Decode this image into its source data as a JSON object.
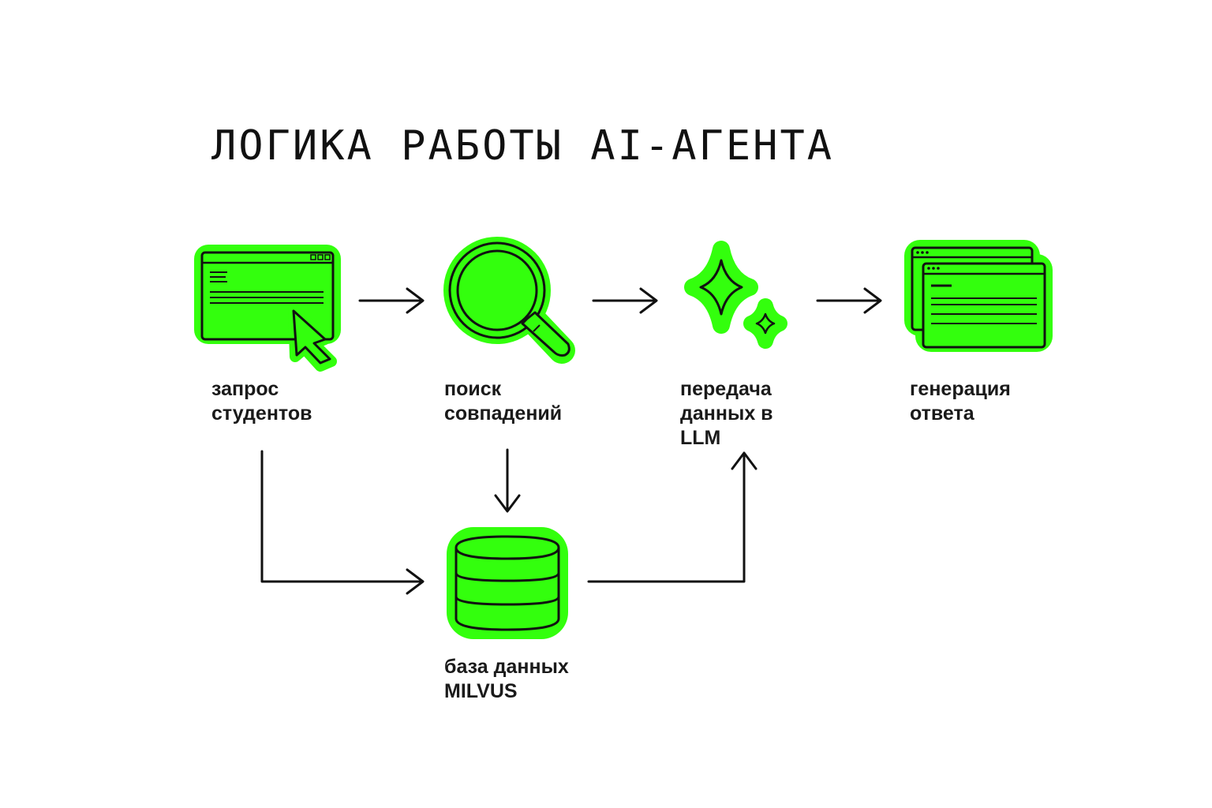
{
  "title": "ЛОГИКА РАБОТЫ AI-АГЕНТА",
  "colors": {
    "accent": "#33ff0d",
    "stroke": "#111111",
    "background": "#ffffff"
  },
  "nodes": {
    "query": {
      "icon": "browser-window-cursor-icon",
      "label_lines": [
        "запрос",
        "студентов"
      ]
    },
    "search": {
      "icon": "magnifying-glass-icon",
      "label_lines": [
        "поиск",
        "совпадений"
      ]
    },
    "llm": {
      "icon": "sparkles-icon",
      "label_lines": [
        "передача",
        "данных в",
        "LLM"
      ]
    },
    "answer": {
      "icon": "stacked-windows-icon",
      "label_lines": [
        "генерация",
        "ответа"
      ]
    },
    "database": {
      "icon": "database-icon",
      "label_lines": [
        "база данных",
        "MILVUS"
      ]
    }
  }
}
